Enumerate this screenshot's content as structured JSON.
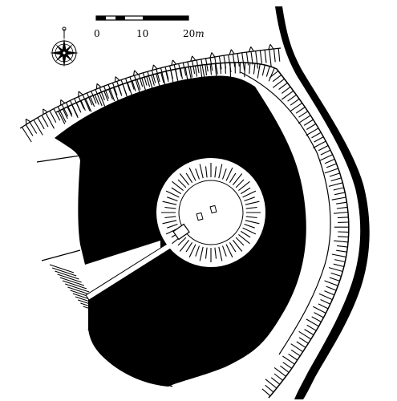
{
  "scale_bar": {
    "labels": [
      "0",
      "10",
      "20"
    ],
    "unit": "m"
  },
  "compass": {
    "icon": "compass-rose-icon"
  },
  "colors": {
    "ink": "#000000",
    "paper": "#ffffff"
  }
}
